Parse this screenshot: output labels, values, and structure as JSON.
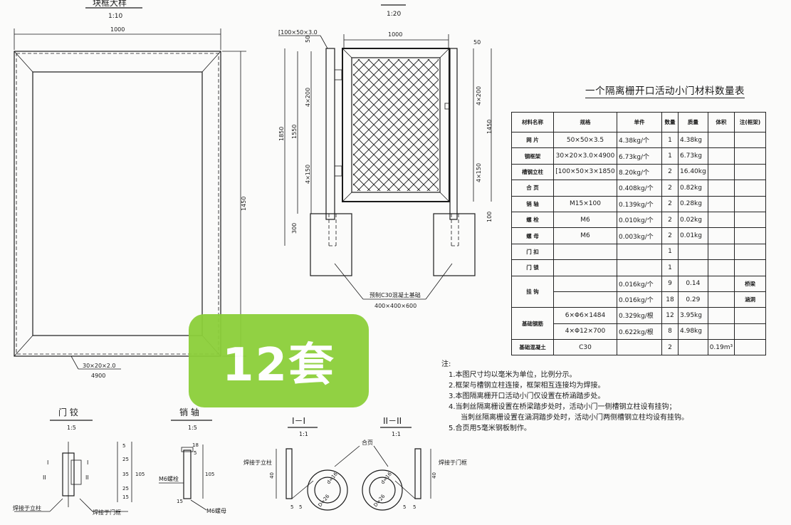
{
  "drawing": {
    "left_view": {
      "title_partial": "块框大样",
      "scale": "1:10",
      "dim_width": "1000",
      "dim_height": "1450",
      "frame_spec": "30×20×2.0",
      "frame_len": "4900"
    },
    "mid_view": {
      "scale": "1:20",
      "channel_spec": "[100×50×3.0",
      "dim_top": "50",
      "dim_width": "1000",
      "dim_total": "1850",
      "dim_inner": "1550",
      "dim_upper": "4×200",
      "dim_lower": "4×150",
      "dim_bottom": "300",
      "dim_right_upper": "4×200",
      "dim_right_total": "1450",
      "dim_right_lower": "4×150",
      "dim_base": "100",
      "foundation_label": "预制C30混凝土基础",
      "foundation_size": "400×400×600"
    },
    "hinge": {
      "title": "门 铰",
      "scale": "1:5",
      "label_left": "焊接于立柱",
      "label_right": "焊接于门框",
      "mark_1": "I",
      "mark_2": "II",
      "mark_3": "I",
      "mark_4": "II",
      "dim_a": "5",
      "dim_b": "25",
      "dim_c": "35",
      "dim_d": "25",
      "dim_e": "15",
      "dim_f": "105"
    },
    "pin": {
      "title": "销 轴",
      "scale": "1:5",
      "bolt_label": "M6螺栓",
      "nut_label": "M6螺母",
      "dim_a": "18",
      "dim_b": "5",
      "dim_c": "105",
      "dim_d": "15"
    },
    "section1": {
      "title": "I－I",
      "scale": "1:1",
      "label_left": "焊接于立柱",
      "dim_h": "40",
      "dim_a": "5",
      "dim_b": "5",
      "d_inner": "d=16",
      "d_outer": "D=26"
    },
    "section2": {
      "title": "II－II",
      "scale": "1:1",
      "label_right": "焊接于门框",
      "label_top": "合页",
      "dim_h": "40",
      "dim_a": "5",
      "dim_b": "5",
      "d_inner": "d=16",
      "d_outer": "D=26"
    }
  },
  "table": {
    "title": "一个隔离栅开口活动小门材料数量表",
    "headers": [
      "材料名称",
      "规格",
      "单件",
      "数量",
      "质量",
      "体积",
      "注(框架)"
    ],
    "rows": [
      [
        "网 片",
        "50×50×3.5",
        "4.38kg/个",
        "1",
        "4.38kg",
        "",
        ""
      ],
      [
        "钢框架",
        "30×20×3.0×4900",
        "6.73kg/个",
        "1",
        "6.73kg",
        "",
        ""
      ],
      [
        "槽钢立柱",
        "[100×50×3×1850",
        "8.20kg/个",
        "2",
        "16.40kg",
        "",
        ""
      ],
      [
        "合 页",
        "",
        "0.408kg/个",
        "2",
        "0.82kg",
        "",
        ""
      ],
      [
        "销 轴",
        "M15×100",
        "0.139kg/个",
        "2",
        "0.28kg",
        "",
        ""
      ],
      [
        "螺 栓",
        "M6",
        "0.010kg/个",
        "2",
        "0.02kg",
        "",
        ""
      ],
      [
        "螺 母",
        "M6",
        "0.003kg/个",
        "2",
        "0.01kg",
        "",
        ""
      ],
      [
        "门 扣",
        "",
        "",
        "1",
        "",
        "",
        ""
      ],
      [
        "门 锁",
        "",
        "",
        "1",
        "",
        "",
        ""
      ]
    ],
    "hook": {
      "name": "挂 钩",
      "r1": [
        "0.016kg/个",
        "9",
        "0.14",
        "桥梁"
      ],
      "r2": [
        "0.016kg/个",
        "18",
        "0.29",
        "涵洞"
      ]
    },
    "rebar": {
      "name": "基础钢筋",
      "r1": [
        "6×Φ6×1484",
        "0.329kg/根",
        "12",
        "3.95kg"
      ],
      "r2": [
        "4×Φ12×700",
        "0.622kg/根",
        "8",
        "4.98kg"
      ]
    },
    "concrete": {
      "name": "基础混凝土",
      "spec": "C30",
      "qty": "2",
      "vol": "0.19m³"
    }
  },
  "notes": {
    "head": "注:",
    "items": [
      "1.本图尺寸均以毫米为单位，比例分示。",
      "2.框架与槽钢立柱连接，框架相互连接均为焊接。",
      "3.本图隔离栅开口活动小门仅设置在桥涵踏步处。",
      "4.当刺丝隔离栅设置在桥梁踏步处时，活动小门一侧槽钢立柱设有挂钩；",
      "当刺丝隔离栅设置在涵洞踏步处时，活动小门两侧槽钢立柱均设有挂钩。",
      "5.合页用5毫米钢板制作。"
    ]
  },
  "badge": {
    "text": "12套",
    "color": "#8ccf3a"
  }
}
